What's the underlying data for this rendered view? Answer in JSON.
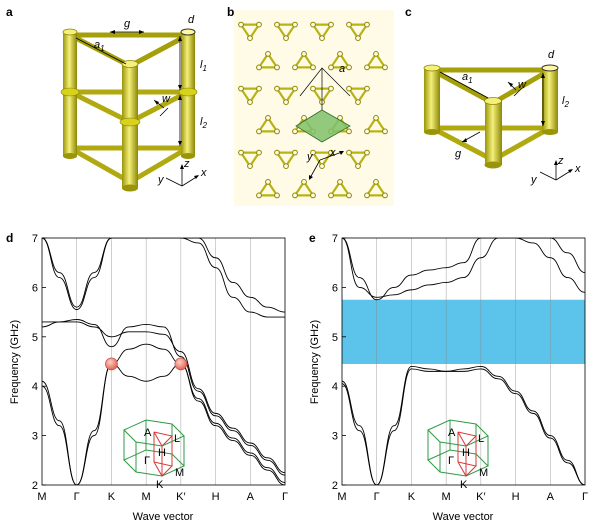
{
  "panels": {
    "a": {
      "label": "a",
      "annotations": {
        "g": "g",
        "d": "d",
        "a1": "a",
        "a1_sub": "1",
        "l1": "l",
        "l1_sub": "1",
        "l2": "l",
        "l2_sub": "2",
        "w": "w",
        "y": "y",
        "z": "z",
        "x": "x"
      }
    },
    "b": {
      "label": "b",
      "annotations": {
        "a": "a",
        "y": "y",
        "x": "x"
      }
    },
    "c": {
      "label": "c",
      "annotations": {
        "d": "d",
        "a1": "a",
        "a1_sub": "1",
        "w": "w",
        "l2": "l",
        "l2_sub": "2",
        "g": "g",
        "y": "y",
        "z": "z",
        "x": "x"
      }
    }
  },
  "colors": {
    "rod": "#d7d21b",
    "rod_dark": "#8f8a06",
    "rod_light": "#f4f07a",
    "gap": "#5cc3eb",
    "dirac": "#f07a6a",
    "bz_green": "#2e9b46",
    "bz_red": "#d73a3a",
    "cell_fill": "#7fbf6a"
  },
  "chart_data": [
    {
      "type": "line",
      "panel_label": "d",
      "ylabel": "Frequency (GHz)",
      "xlabel": "Wave vector",
      "ylim": [
        2,
        7
      ],
      "yticks": [
        2,
        3,
        4,
        5,
        6,
        7
      ],
      "x_ticks": [
        "M",
        "Γ",
        "K",
        "M",
        "K′",
        "H",
        "A",
        "Γ"
      ],
      "x_positions": [
        0,
        1,
        2,
        3,
        4,
        5,
        6,
        7
      ],
      "series": [
        {
          "x": [
            0,
            0.5,
            1,
            1.5,
            2,
            2.5,
            3,
            3.5,
            4,
            4.5,
            5,
            5.5,
            6,
            6.5,
            7
          ],
          "y": [
            4.1,
            3.3,
            2.0,
            3.1,
            4.45,
            4.2,
            4.1,
            4.2,
            4.45,
            3.7,
            3.2,
            2.9,
            2.6,
            2.3,
            2.0
          ]
        },
        {
          "x": [
            0,
            0.5,
            1,
            1.5,
            2,
            2.5,
            3,
            3.5,
            4,
            4.5,
            5,
            5.5,
            6,
            6.5,
            7
          ],
          "y": [
            4.0,
            3.2,
            2.0,
            3.0,
            4.45,
            4.75,
            4.85,
            4.75,
            4.45,
            3.75,
            3.25,
            2.95,
            2.65,
            2.35,
            2.05
          ]
        },
        {
          "x": [
            0,
            0.5,
            1,
            1.5,
            2,
            2.5,
            3,
            3.5,
            4,
            4.5,
            5,
            5.5,
            6,
            6.5,
            7
          ],
          "y": [
            5.3,
            5.3,
            5.35,
            5.25,
            4.8,
            5.2,
            5.25,
            5.2,
            4.6,
            3.9,
            3.4,
            3.1,
            2.8,
            2.5,
            2.2
          ]
        },
        {
          "x": [
            0,
            0.5,
            1,
            1.5,
            2,
            2.5,
            3,
            3.5,
            4,
            4.5,
            5,
            5.5,
            6,
            6.5,
            7
          ],
          "y": [
            5.2,
            5.3,
            5.3,
            5.2,
            5.0,
            5.1,
            5.1,
            5.05,
            4.7,
            3.95,
            3.45,
            3.15,
            2.85,
            2.55,
            2.25
          ]
        },
        {
          "x": [
            0,
            0.5,
            1,
            1.5,
            2,
            2.5,
            3,
            3.5,
            4,
            4.5,
            5,
            5.5,
            6,
            6.5,
            7
          ],
          "y": [
            7.0,
            6.2,
            5.55,
            6.2,
            7.0,
            7.0,
            7.0,
            7.0,
            7.0,
            6.9,
            6.4,
            5.8,
            5.5,
            5.4,
            5.4
          ]
        },
        {
          "x": [
            0,
            0.5,
            1,
            1.5,
            2,
            2.5,
            3,
            3.5,
            4,
            4.5,
            5,
            5.5,
            6,
            6.5,
            7
          ],
          "y": [
            7.0,
            6.3,
            5.6,
            6.3,
            7.0,
            7.0,
            7.0,
            7.0,
            7.0,
            7.0,
            6.6,
            6.1,
            5.8,
            5.6,
            5.5
          ]
        }
      ],
      "dirac_points": [
        {
          "x": 2,
          "y": 4.45
        },
        {
          "x": 4,
          "y": 4.45
        }
      ],
      "bz_labels": [
        "A",
        "H",
        "L",
        "Γ",
        "K",
        "M"
      ]
    },
    {
      "type": "line",
      "panel_label": "e",
      "ylabel": "Frequency (GHz)",
      "xlabel": "Wave vector",
      "ylim": [
        2,
        7
      ],
      "yticks": [
        2,
        3,
        4,
        5,
        6,
        7
      ],
      "x_ticks": [
        "M",
        "Γ",
        "K",
        "M",
        "K′",
        "H",
        "A",
        "Γ"
      ],
      "x_positions": [
        0,
        1,
        2,
        3,
        4,
        5,
        6,
        7
      ],
      "gap": [
        4.45,
        5.75
      ],
      "series": [
        {
          "x": [
            0,
            0.5,
            1,
            1.5,
            2,
            2.5,
            3,
            3.5,
            4,
            4.5,
            5,
            5.5,
            6,
            6.5,
            7
          ],
          "y": [
            4.1,
            3.2,
            2.0,
            3.2,
            4.4,
            4.35,
            4.3,
            4.35,
            4.4,
            4.2,
            3.9,
            3.5,
            3.0,
            2.5,
            2.0
          ]
        },
        {
          "x": [
            0,
            0.5,
            1,
            1.5,
            2,
            2.5,
            3,
            3.5,
            4,
            4.5,
            5,
            5.5,
            6,
            6.5,
            7
          ],
          "y": [
            4.05,
            3.1,
            2.0,
            3.1,
            4.35,
            4.3,
            4.3,
            4.3,
            4.35,
            4.15,
            3.85,
            3.45,
            2.95,
            2.45,
            2.0
          ]
        },
        {
          "x": [
            0,
            0.5,
            1,
            1.5,
            2,
            2.5,
            3,
            3.5,
            4,
            4.5,
            5,
            5.5,
            6,
            6.5,
            7
          ],
          "y": [
            7.0,
            6.2,
            5.75,
            6.0,
            6.25,
            6.35,
            6.4,
            6.5,
            7.0,
            7.0,
            7.0,
            6.9,
            6.6,
            6.2,
            5.9
          ]
        },
        {
          "x": [
            0,
            0.5,
            1,
            1.5,
            2,
            2.5,
            3,
            3.5,
            4,
            4.5,
            5,
            5.5,
            6,
            6.5,
            7
          ],
          "y": [
            7.0,
            6.0,
            5.8,
            5.85,
            5.95,
            6.05,
            6.1,
            6.2,
            6.6,
            7.0,
            7.0,
            7.0,
            7.0,
            6.7,
            6.3
          ]
        }
      ],
      "bz_labels": [
        "A",
        "H",
        "L",
        "Γ",
        "K",
        "M"
      ]
    }
  ]
}
